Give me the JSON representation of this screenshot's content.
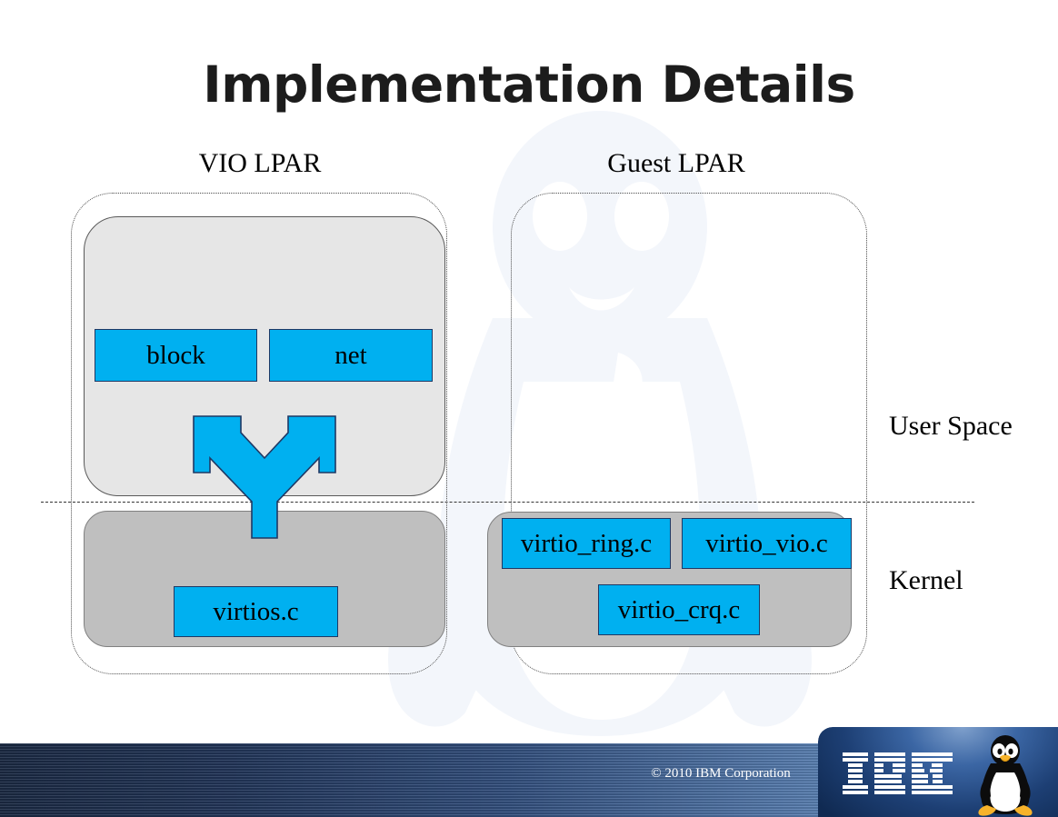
{
  "slide": {
    "title": "Implementation Details"
  },
  "columns": [
    {
      "heading": "VIO LPAR"
    },
    {
      "heading": "Guest LPAR"
    }
  ],
  "space_labels": {
    "user": "User Space",
    "kernel": "Kernel"
  },
  "vio_lpar": {
    "heading": "VIO LPAR",
    "user_space_components": [
      {
        "label": "block"
      },
      {
        "label": "net"
      }
    ],
    "kernel_components": [
      {
        "label": "virtios.c"
      }
    ],
    "arrow": "fork-arrow-up"
  },
  "guest_lpar": {
    "heading": "Guest LPAR",
    "user_space_components": [],
    "kernel_components": [
      {
        "label": "virtio_ring.c"
      },
      {
        "label": "virtio_vio.c"
      },
      {
        "label": "virtio_crq.c"
      }
    ]
  },
  "footer": {
    "copyright": "© 2010 IBM Corporation",
    "logo": "ibm-logo",
    "mascot": "tux-penguin-icon"
  },
  "colors": {
    "component_fill": "#00b0f0",
    "component_border": "#1f3864",
    "user_space_fill": "#e6e6e6",
    "kernel_fill": "#bfbfbf",
    "title_color": "#1c1c1c",
    "footer_start": "#1b2a44",
    "footer_end": "#86a9d4"
  }
}
